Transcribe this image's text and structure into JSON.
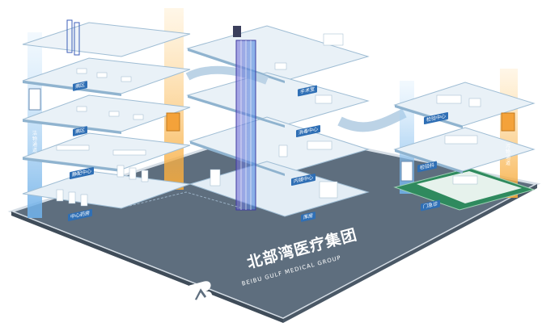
{
  "brand": {
    "name_zh": "北部湾医疗集团",
    "name_en": "BEIBU GULF MEDICAL GROUP",
    "logo": "beibu-gulf-logo-icon"
  },
  "labels": [
    {
      "id": "ward-top",
      "text": "病区"
    },
    {
      "id": "ward-mid",
      "text": "病区"
    },
    {
      "id": "clinical-center",
      "text": "静配中心"
    },
    {
      "id": "central-pharmacy",
      "text": "中心药房"
    },
    {
      "id": "operating-room",
      "text": "手术室"
    },
    {
      "id": "disinfection-center",
      "text": "消毒中心"
    },
    {
      "id": "inspection-center",
      "text": "内镜中心"
    },
    {
      "id": "warehouse",
      "text": "库房"
    },
    {
      "id": "registration-center",
      "text": "检验中心"
    },
    {
      "id": "test-center",
      "text": "检验科"
    },
    {
      "id": "outpatient-office",
      "text": "门急诊"
    }
  ],
  "vertical_labels": [
    {
      "id": "left-clean-channel",
      "text": "洁物通道"
    },
    {
      "id": "right-clean-channel",
      "text": "污物通道"
    }
  ],
  "colors": {
    "ground": "#5e6e7e",
    "ground_edge": "#cfd8e0",
    "floor": "#e9f1f7",
    "floor_edge": "#a9c4d9",
    "label_bg": "#2f6fb5",
    "glass_blue": "#7fb8e6",
    "orange_column": "#f6b44a",
    "track": "#4a7fc1"
  }
}
